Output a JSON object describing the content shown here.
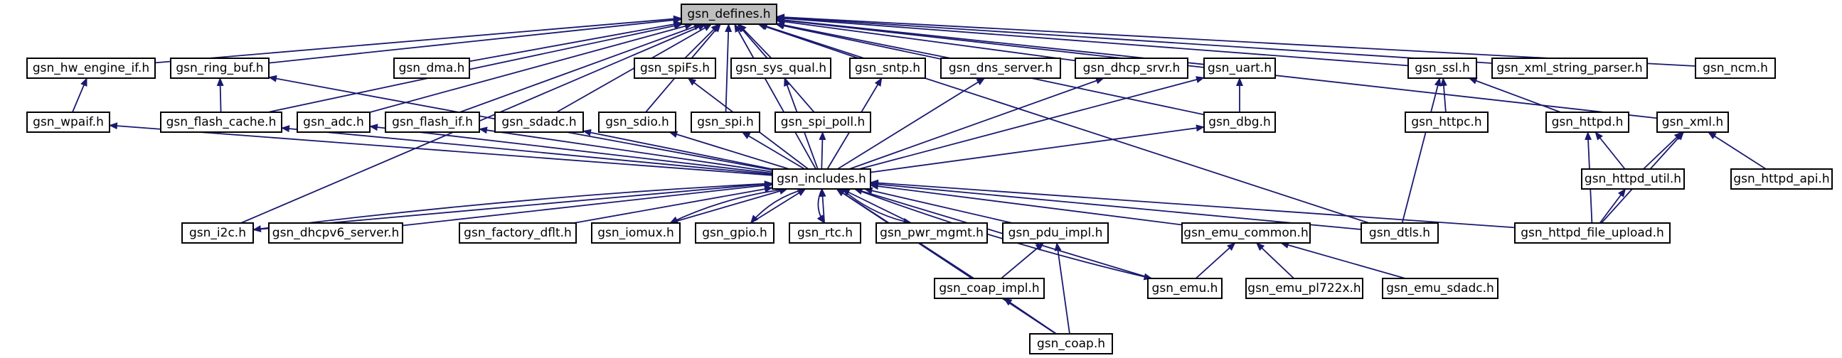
{
  "nodes": [
    {
      "id": "defines",
      "label": "gsn_defines.h",
      "root": true
    },
    {
      "id": "hw_engine_if",
      "label": "gsn_hw_engine_if.h"
    },
    {
      "id": "ring_buf",
      "label": "gsn_ring_buf.h"
    },
    {
      "id": "dma",
      "label": "gsn_dma.h"
    },
    {
      "id": "spifs",
      "label": "gsn_spiFs.h"
    },
    {
      "id": "sys_qual",
      "label": "gsn_sys_qual.h"
    },
    {
      "id": "sntp",
      "label": "gsn_sntp.h"
    },
    {
      "id": "dns_server",
      "label": "gsn_dns_server.h"
    },
    {
      "id": "dhcp_srvr",
      "label": "gsn_dhcp_srvr.h"
    },
    {
      "id": "uart",
      "label": "gsn_uart.h"
    },
    {
      "id": "ssl",
      "label": "gsn_ssl.h"
    },
    {
      "id": "xml_string_parser",
      "label": "gsn_xml_string_parser.h"
    },
    {
      "id": "ncm",
      "label": "gsn_ncm.h"
    },
    {
      "id": "wpaif",
      "label": "gsn_wpaif.h"
    },
    {
      "id": "flash_cache",
      "label": "gsn_flash_cache.h"
    },
    {
      "id": "adc",
      "label": "gsn_adc.h"
    },
    {
      "id": "flash_if",
      "label": "gsn_flash_if.h"
    },
    {
      "id": "sdadc",
      "label": "gsn_sdadc.h"
    },
    {
      "id": "sdio",
      "label": "gsn_sdio.h"
    },
    {
      "id": "spi",
      "label": "gsn_spi.h"
    },
    {
      "id": "spi_poll",
      "label": "gsn_spi_poll.h"
    },
    {
      "id": "dbg",
      "label": "gsn_dbg.h"
    },
    {
      "id": "httpc",
      "label": "gsn_httpc.h"
    },
    {
      "id": "httpd",
      "label": "gsn_httpd.h"
    },
    {
      "id": "xml",
      "label": "gsn_xml.h"
    },
    {
      "id": "includes",
      "label": "gsn_includes.h"
    },
    {
      "id": "httpd_util",
      "label": "gsn_httpd_util.h"
    },
    {
      "id": "httpd_api",
      "label": "gsn_httpd_api.h"
    },
    {
      "id": "i2c",
      "label": "gsn_i2c.h"
    },
    {
      "id": "dhcpv6_server",
      "label": "gsn_dhcpv6_server.h"
    },
    {
      "id": "factory_dflt",
      "label": "gsn_factory_dflt.h"
    },
    {
      "id": "iomux",
      "label": "gsn_iomux.h"
    },
    {
      "id": "gpio",
      "label": "gsn_gpio.h"
    },
    {
      "id": "rtc",
      "label": "gsn_rtc.h"
    },
    {
      "id": "pwr_mgmt",
      "label": "gsn_pwr_mgmt.h"
    },
    {
      "id": "pdu_impl",
      "label": "gsn_pdu_impl.h"
    },
    {
      "id": "emu_common",
      "label": "gsn_emu_common.h"
    },
    {
      "id": "dtls",
      "label": "gsn_dtls.h"
    },
    {
      "id": "httpd_file_upload",
      "label": "gsn_httpd_file_upload.h"
    },
    {
      "id": "coap_impl",
      "label": "gsn_coap_impl.h"
    },
    {
      "id": "emu",
      "label": "gsn_emu.h"
    },
    {
      "id": "emu_pl722x",
      "label": "gsn_emu_pl722x.h"
    },
    {
      "id": "emu_sdadc",
      "label": "gsn_emu_sdadc.h"
    },
    {
      "id": "coap",
      "label": "gsn_coap.h"
    }
  ],
  "edges": [
    [
      "hw_engine_if",
      "defines"
    ],
    [
      "ring_buf",
      "defines"
    ],
    [
      "dma",
      "defines"
    ],
    [
      "spifs",
      "defines"
    ],
    [
      "sys_qual",
      "defines"
    ],
    [
      "sntp",
      "defines"
    ],
    [
      "dns_server",
      "defines"
    ],
    [
      "dhcp_srvr",
      "defines"
    ],
    [
      "uart",
      "defines"
    ],
    [
      "ssl",
      "defines"
    ],
    [
      "xml_string_parser",
      "defines"
    ],
    [
      "ncm",
      "defines"
    ],
    [
      "xml",
      "defines"
    ],
    [
      "flash_cache",
      "defines"
    ],
    [
      "adc",
      "defines"
    ],
    [
      "flash_if",
      "defines"
    ],
    [
      "sdadc",
      "defines"
    ],
    [
      "sdio",
      "defines"
    ],
    [
      "spi",
      "defines"
    ],
    [
      "spi_poll",
      "defines"
    ],
    [
      "dbg",
      "defines"
    ],
    [
      "includes",
      "defines"
    ],
    [
      "i2c",
      "defines"
    ],
    [
      "dtls",
      "defines"
    ],
    [
      "wpaif",
      "hw_engine_if"
    ],
    [
      "flash_cache",
      "ring_buf"
    ],
    [
      "includes",
      "ring_buf"
    ],
    [
      "dbg",
      "uart"
    ],
    [
      "httpc",
      "ssl"
    ],
    [
      "httpd",
      "ssl"
    ],
    [
      "dtls",
      "ssl"
    ],
    [
      "httpd_util",
      "httpd"
    ],
    [
      "httpd_file_upload",
      "httpd"
    ],
    [
      "httpd_util",
      "xml"
    ],
    [
      "httpd_api",
      "xml"
    ],
    [
      "httpd_file_upload",
      "xml"
    ],
    [
      "httpd_file_upload",
      "httpd_util"
    ],
    [
      "includes",
      "spifs"
    ],
    [
      "includes",
      "sys_qual"
    ],
    [
      "includes",
      "sntp"
    ],
    [
      "includes",
      "dns_server"
    ],
    [
      "includes",
      "dhcp_srvr"
    ],
    [
      "includes",
      "uart"
    ],
    [
      "includes",
      "wpaif"
    ],
    [
      "includes",
      "flash_cache"
    ],
    [
      "includes",
      "adc"
    ],
    [
      "includes",
      "flash_if"
    ],
    [
      "includes",
      "sdadc"
    ],
    [
      "includes",
      "sdio"
    ],
    [
      "includes",
      "spi"
    ],
    [
      "includes",
      "spi_poll"
    ],
    [
      "includes",
      "dbg"
    ],
    [
      "i2c",
      "includes"
    ],
    [
      "includes",
      "i2c"
    ],
    [
      "dhcpv6_server",
      "includes"
    ],
    [
      "factory_dflt",
      "includes"
    ],
    [
      "iomux",
      "includes"
    ],
    [
      "includes",
      "iomux"
    ],
    [
      "gpio",
      "includes"
    ],
    [
      "includes",
      "gpio"
    ],
    [
      "rtc",
      "includes"
    ],
    [
      "includes",
      "rtc"
    ],
    [
      "pwr_mgmt",
      "includes"
    ],
    [
      "includes",
      "pwr_mgmt"
    ],
    [
      "pdu_impl",
      "includes"
    ],
    [
      "emu_common",
      "includes"
    ],
    [
      "dtls",
      "includes"
    ],
    [
      "httpd_file_upload",
      "includes"
    ],
    [
      "coap_impl",
      "includes"
    ],
    [
      "emu",
      "includes"
    ],
    [
      "includes",
      "emu"
    ],
    [
      "coap",
      "includes"
    ],
    [
      "coap_impl",
      "pdu_impl"
    ],
    [
      "coap",
      "pdu_impl"
    ],
    [
      "coap",
      "coap_impl"
    ],
    [
      "emu",
      "emu_common"
    ],
    [
      "emu_pl722x",
      "emu_common"
    ],
    [
      "emu_sdadc",
      "emu_common"
    ]
  ],
  "colors": {
    "edge": "#191970",
    "root_fill": "#bfbfbf",
    "node_fill": "#ffffff",
    "border": "#000000"
  }
}
